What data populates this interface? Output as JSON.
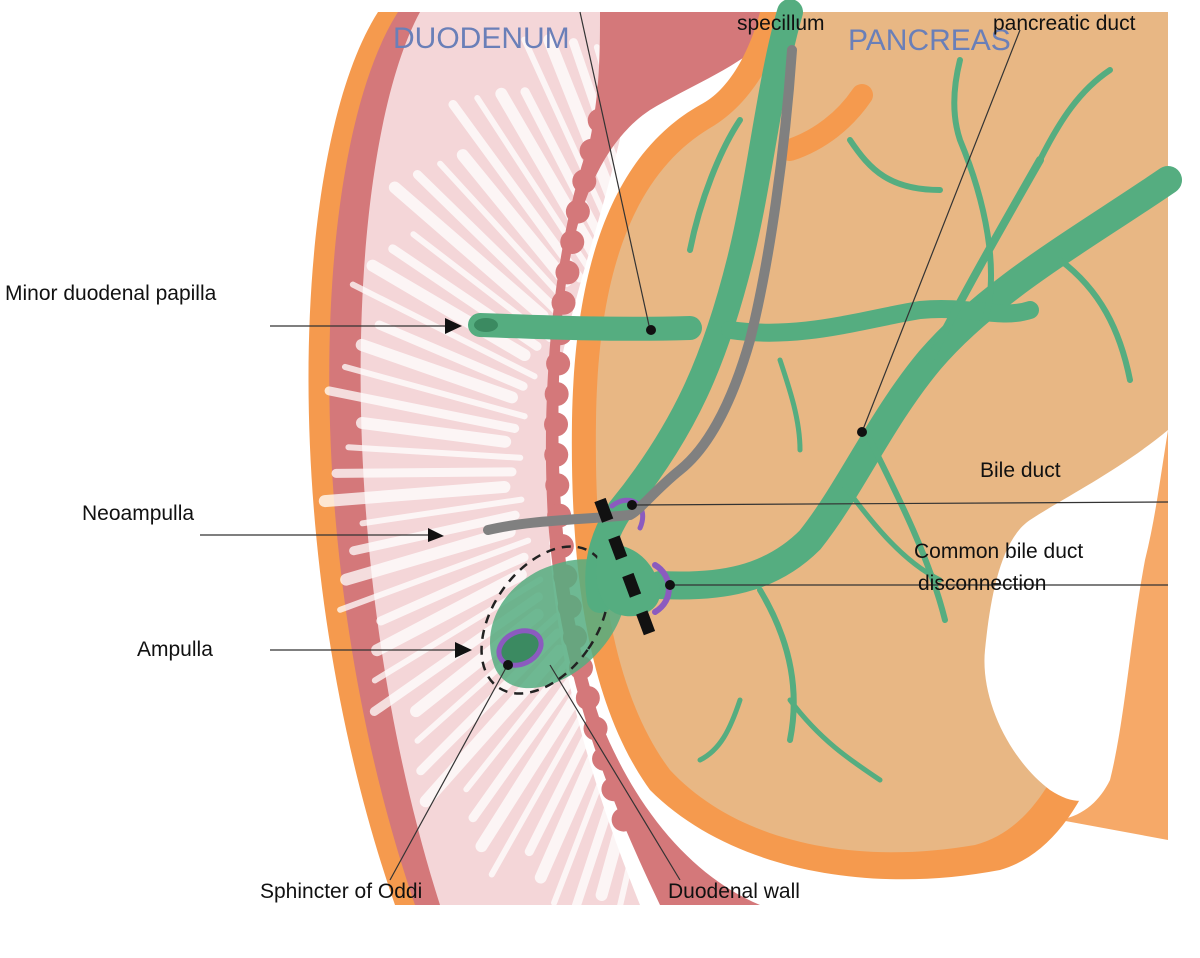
{
  "regions": {
    "duodenum": "DUODENUM",
    "pancreas": "PANCREAS"
  },
  "labels": {
    "specillum": "specillum",
    "pancreatic_duct": "pancreatic duct",
    "minor_duodenal_papilla": "Minor duodenal papilla",
    "bile_duct": "Bile duct",
    "neoampulla": "Neoampulla",
    "cbd_disconnection_line1": "Common bile duct",
    "cbd_disconnection_line2": "disconnection",
    "ampulla": "Ampulla",
    "sphincter_of_oddi": "Sphincter of Oddi",
    "duodenal_wall": "Duodenal wall"
  },
  "colors": {
    "region_text": "#6a7fb8",
    "duodenal_wall": "#d4787a",
    "mucosa": "#f4d6d8",
    "fold": "#ffffff",
    "serosa": "#f59a4e",
    "pancreas": "#e8b784",
    "duct": "#55ad80",
    "specillum": "#808080",
    "sphincter": "#8b5bbf",
    "disconnection": "#111111"
  }
}
